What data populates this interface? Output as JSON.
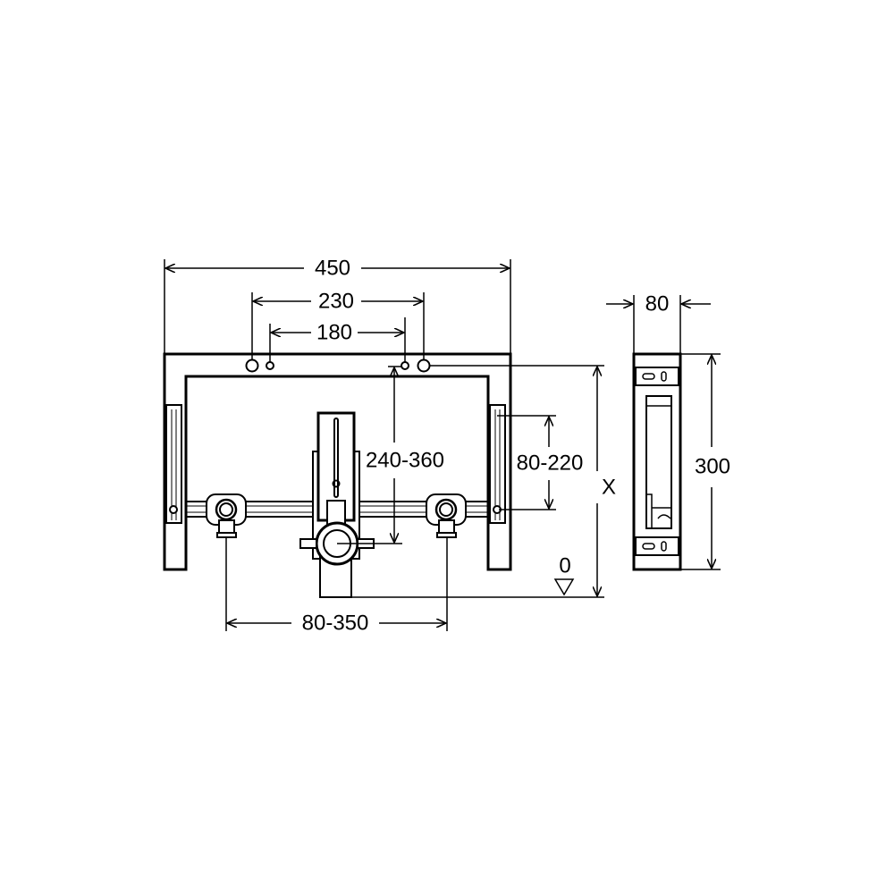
{
  "drawing": {
    "dimensions": {
      "total_width": "450",
      "outer_holes": "230",
      "inner_holes": "180",
      "outlet_height": "240-360",
      "rail_height": "80-220",
      "mount_height": "X",
      "floor_level": "0",
      "connection_spacing": "80-350",
      "depth": "80",
      "frame_height": "300"
    },
    "colors": {
      "line": "#000000",
      "background": "#ffffff"
    }
  }
}
